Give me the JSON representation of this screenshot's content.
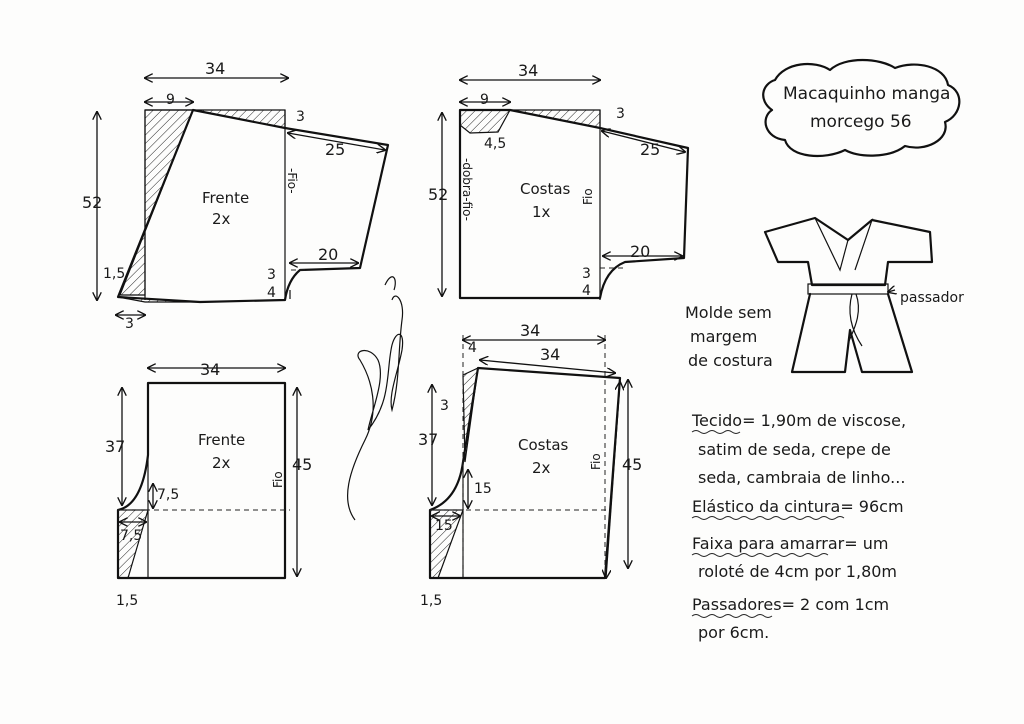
{
  "title": {
    "line1": "Macaquinho manga",
    "line2": "morcego 56"
  },
  "pieces": {
    "frente_top": {
      "label": "Frente",
      "count": "2x",
      "fio": "-Fio-",
      "width": "34",
      "height": "52",
      "offset": "9",
      "sleeve": "25",
      "cuff": "20",
      "top_drop": "3",
      "armpit": "3",
      "hem": "4",
      "bottom_left": "1,5",
      "bottom_offset": "3"
    },
    "costas_top": {
      "label": "Costas",
      "count": "1x",
      "fio": "Fio",
      "fold": "-dobra-fio-",
      "width": "34",
      "height": "52",
      "offset": "9",
      "neck": "4,5",
      "sleeve": "25",
      "cuff": "20",
      "top_drop": "3",
      "armpit": "3",
      "hem": "4"
    },
    "frente_bottom": {
      "label": "Frente",
      "count": "2x",
      "fio": "Fio",
      "width": "34",
      "height_left": "37",
      "height_right": "45",
      "crotch_v": "7,5",
      "crotch_h": "7,5",
      "bottom": "1,5"
    },
    "costas_bottom": {
      "label": "Costas",
      "count": "2x",
      "fio": "Fio",
      "width_top": "34",
      "width_inner": "34",
      "drop": "4",
      "side": "3",
      "height_left": "37",
      "height_right": "45",
      "crotch_v": "15",
      "crotch_h": "15",
      "bottom": "1,5"
    }
  },
  "garment": {
    "passador": "passador"
  },
  "notes": {
    "molde1": "Molde sem",
    "molde2": "margem",
    "molde3": "de costura",
    "tecido1": "Tecido= 1,90m de viscose,",
    "tecido2": "satim de seda, crepe de",
    "tecido3": "seda, cambraia de linho...",
    "elastico": "Elástico da cintura= 96cm",
    "faixa1": "Faixa para amarrar= um",
    "faixa2": "roloté de 4cm por 1,80m",
    "passadores1": "Passadores= 2 com 1cm",
    "passadores2": "por 6cm."
  },
  "colors": {
    "ink": "#111111",
    "paper": "#fdfdfc"
  }
}
